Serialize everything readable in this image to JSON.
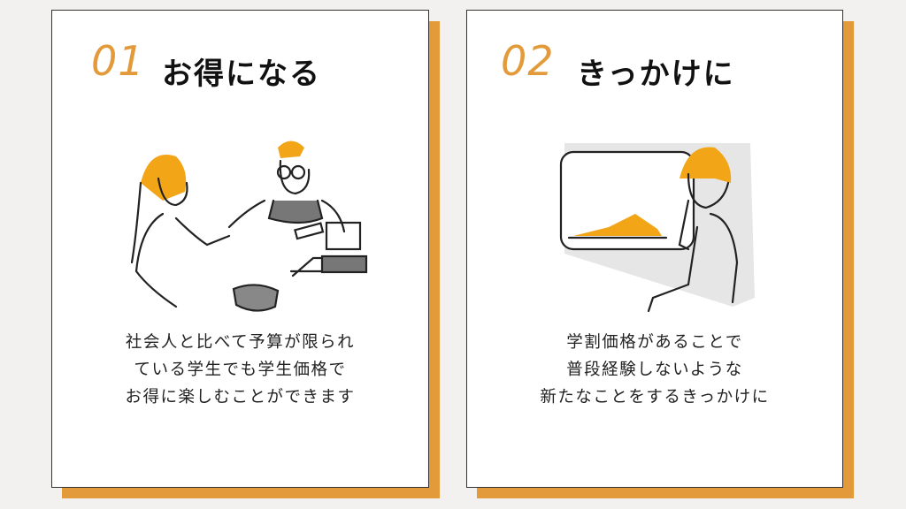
{
  "colors": {
    "accent": "#e29a3a",
    "background": "#f2f1ef"
  },
  "cards": [
    {
      "number": "01",
      "title": "お得になる",
      "illustration": "shop-counter-illustration",
      "lines": [
        "社会人と比べて予算が限られ",
        "ている学生でも学生価格で",
        "お得に楽しむことができます"
      ]
    },
    {
      "number": "02",
      "title": "きっかけに",
      "illustration": "train-window-illustration",
      "lines": [
        "学割価格があることで",
        "普段経験しないような",
        "新たなことをするきっかけに"
      ]
    }
  ]
}
